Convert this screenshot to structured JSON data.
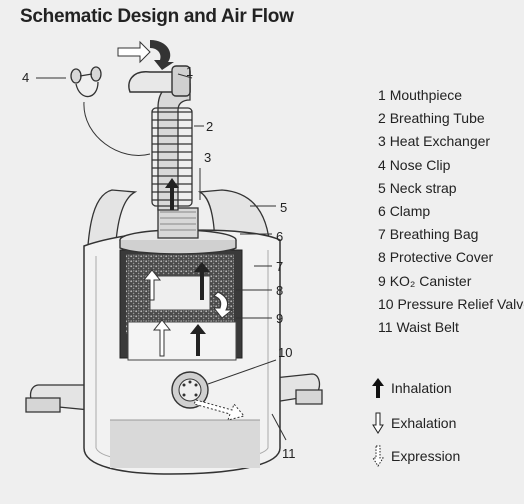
{
  "title": "Schematic Design and Air Flow",
  "callouts": [
    "1",
    "2",
    "3",
    "4",
    "5",
    "6",
    "7",
    "8",
    "9",
    "10",
    "11"
  ],
  "legend": [
    {
      "num": "1",
      "label": "Mouthpiece"
    },
    {
      "num": "2",
      "label": "Breathing Tube"
    },
    {
      "num": "3",
      "label": "Heat Exchanger"
    },
    {
      "num": "4",
      "label": "Nose Clip"
    },
    {
      "num": "5",
      "label": "Neck strap"
    },
    {
      "num": "6",
      "label": "Clamp"
    },
    {
      "num": "7",
      "label": "Breathing Bag"
    },
    {
      "num": "8",
      "label": "Protective Cover"
    },
    {
      "num": "9",
      "label": "KO₂ Canister"
    },
    {
      "num": "10",
      "label": "Pressure Relief Valve"
    },
    {
      "num": "11",
      "label": "Waist Belt"
    }
  ],
  "flow_key": [
    {
      "icon": "solid-arrow-icon",
      "label": "Inhalation"
    },
    {
      "icon": "outline-arrow-icon",
      "label": "Exhalation"
    },
    {
      "icon": "dashed-arrow-icon",
      "label": "Expression"
    }
  ]
}
